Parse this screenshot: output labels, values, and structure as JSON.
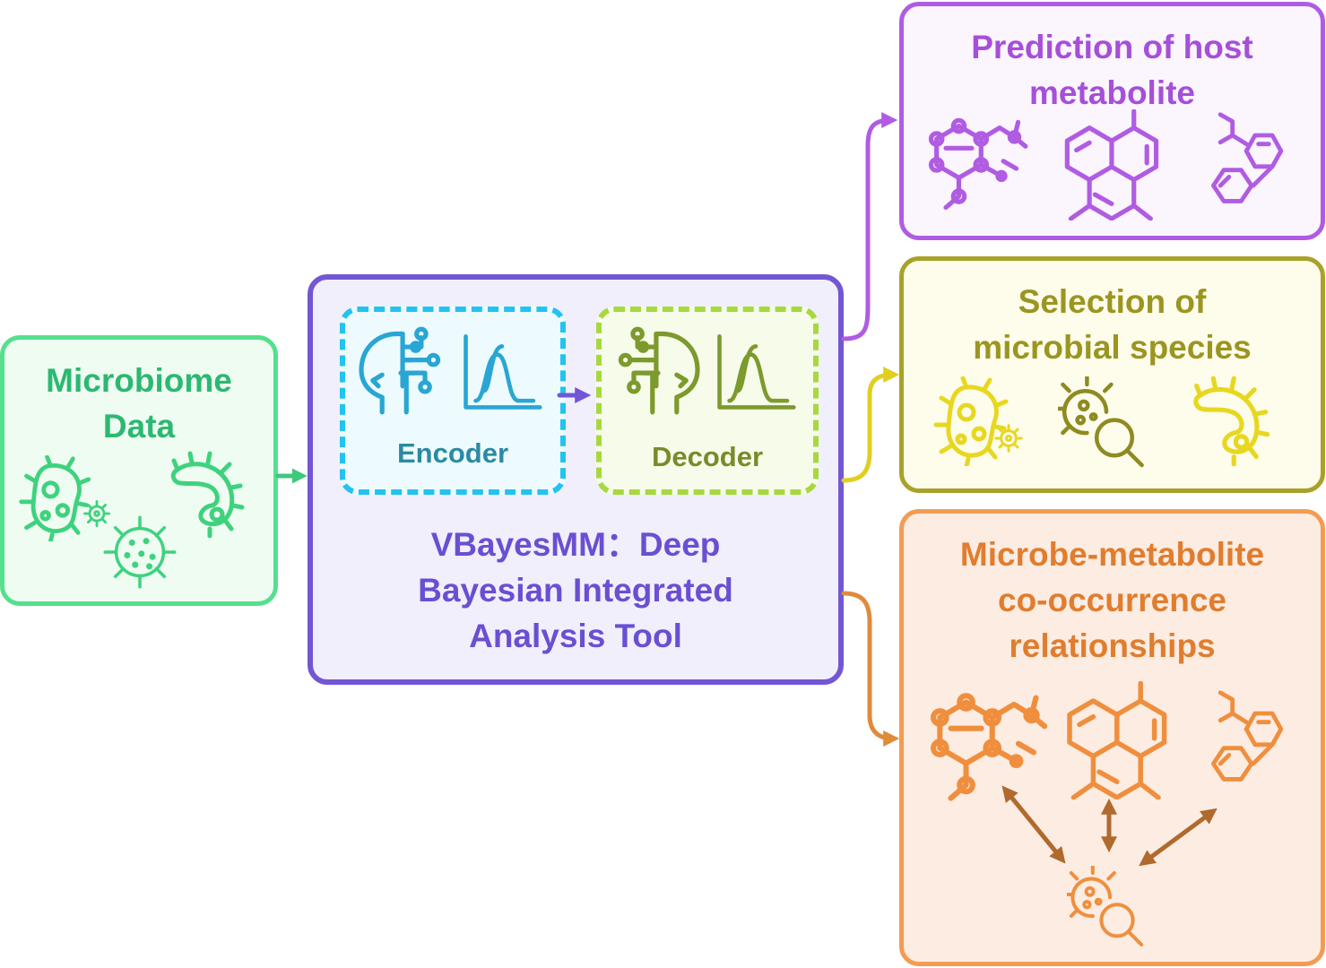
{
  "input": {
    "title_line1": "Microbiome",
    "title_line2": "Data"
  },
  "tool": {
    "title_line1": "VBayesMM：Deep",
    "title_line2": "Bayesian Integrated",
    "title_line3": "Analysis Tool",
    "encoder_label": "Encoder",
    "decoder_label": "Decoder"
  },
  "outputs": {
    "prediction": {
      "title_line1": "Prediction of host",
      "title_line2": "metabolite"
    },
    "selection": {
      "title_line1": "Selection of",
      "title_line2": "microbial species"
    },
    "cooccurrence": {
      "title_line1": "Microbe-metabolite",
      "title_line2": "co-occurrence",
      "title_line3": "relationships"
    }
  },
  "colors": {
    "input": "#55e08d",
    "tool": "#7356d4",
    "encoder": "#22c3ee",
    "decoder": "#a6d93d",
    "prediction": "#b05ce2",
    "selection": "#e8d721",
    "cooccurrence": "#f29c54",
    "association_arrow": "#b06a2e"
  },
  "icons": {
    "input": [
      "bacteria-icon",
      "gear-icon",
      "virus-icon",
      "protozoa-icon"
    ],
    "encoder": [
      "head-network-icon",
      "distribution-chart-icon"
    ],
    "decoder": [
      "head-network-icon",
      "distribution-chart-icon"
    ],
    "prediction": [
      "molecule-icon",
      "polycyclic-icon",
      "biphenyl-icon"
    ],
    "selection": [
      "bacteria-icon",
      "microbe-search-icon",
      "protozoa-icon"
    ],
    "cooccurrence": [
      "molecule-icon",
      "polycyclic-icon",
      "biphenyl-icon",
      "microbe-search-icon",
      "double-arrow-icon"
    ]
  }
}
